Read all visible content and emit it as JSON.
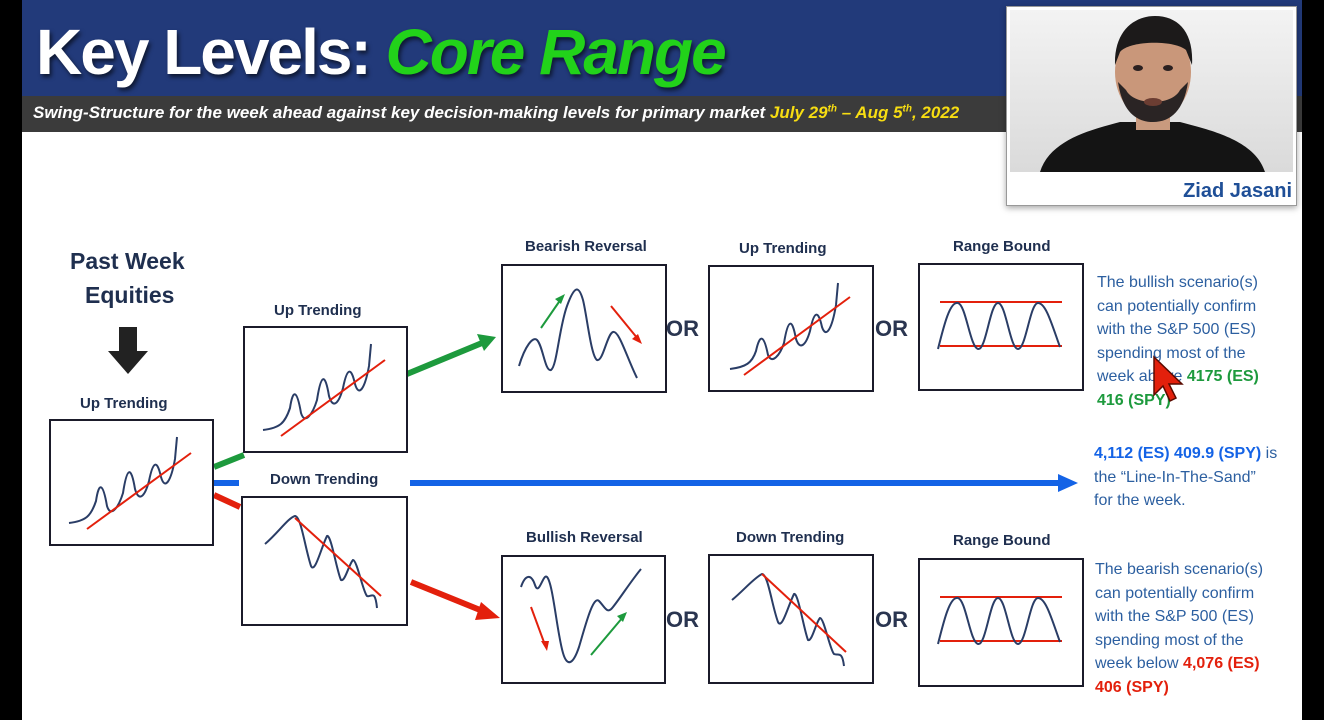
{
  "header": {
    "title_main": "Key Levels: ",
    "title_accent": "Core Range",
    "subtitle_main": "Swing-Structure for the week ahead against key decision-making levels for primary market ",
    "subtitle_date_a": "July 29",
    "subtitle_sup_a": "th",
    "subtitle_date_b": " – Aug 5",
    "subtitle_sup_b": "th",
    "subtitle_date_c": ", 2022"
  },
  "presenter": {
    "name": "Ziad Jasani"
  },
  "past_week": {
    "line1": "Past Week",
    "line2": "Equities",
    "pattern": "Up Trending"
  },
  "branches": {
    "up": "Up Trending",
    "down": "Down Trending"
  },
  "bullish_row": {
    "boxes": [
      "Bearish Reversal",
      "Up Trending",
      "Range Bound"
    ],
    "or1": "OR",
    "or2": "OR",
    "note_l1": "The bullish scenario(s)",
    "note_l2": "can potentially confirm",
    "note_l3": "with the S&P 500 (ES)",
    "note_l4": "spending most of the",
    "note_l5a": "week above ",
    "note_l5b": "4175 (ES)",
    "note_l6": "416 (SPY)"
  },
  "line_in_sand": {
    "l1a": "4,112 (ES) 409.9 (SPY)",
    "l1b": " is",
    "l2": "the “Line-In-The-Sand”",
    "l3": "for the week."
  },
  "bearish_row": {
    "boxes": [
      "Bullish Reversal",
      "Down Trending",
      "Range Bound"
    ],
    "or1": "OR",
    "or2": "OR",
    "note_l1": "The bearish scenario(s)",
    "note_l2": "can potentially confirm",
    "note_l3": "with the S&P 500 (ES)",
    "note_l4": "spending most of the",
    "note_l5a": "week below ",
    "note_l5b": "4,076 (ES)",
    "note_l6": "406 (SPY)"
  },
  "colors": {
    "header_bg": "#223a7a",
    "accent_green": "#22d21a",
    "date_yellow": "#f7dd12",
    "bull_green": "#1d9a3d",
    "bear_red": "#e3200c",
    "sand_blue": "#1463e6",
    "trend_line": "#e3200c",
    "price_line": "#2a3d66"
  },
  "icons": [
    "down-arrow-icon",
    "mouse-pointer-icon"
  ]
}
